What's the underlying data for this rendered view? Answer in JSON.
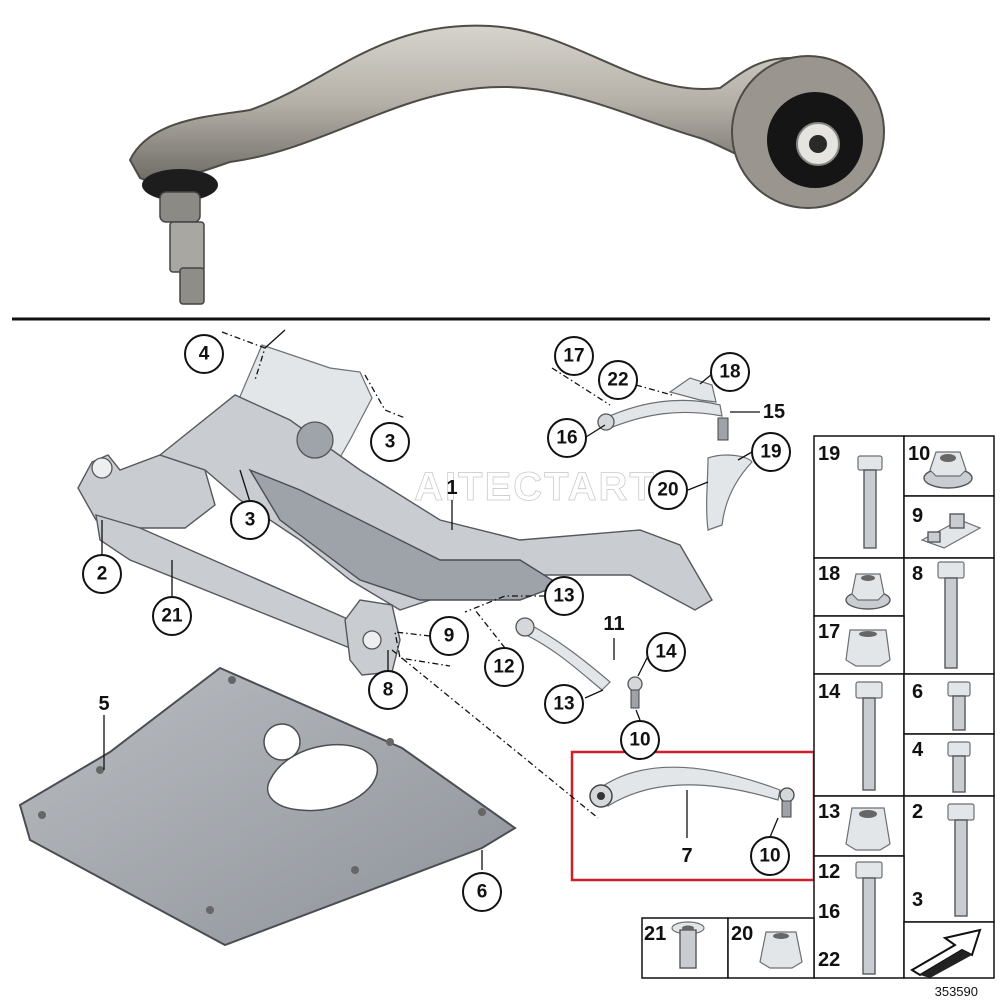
{
  "callouts": {
    "c4": "4",
    "c3a": "3",
    "c3b": "3",
    "c17": "17",
    "c22": "22",
    "c18": "18",
    "c15": "15",
    "c16": "16",
    "c19": "19",
    "c20": "20",
    "c1": "1",
    "c2": "2",
    "c21": "21",
    "c13a": "13",
    "c11": "11",
    "c14": "14",
    "c9": "9",
    "c12": "12",
    "c8": "8",
    "c13b": "13",
    "c10a": "10",
    "c5": "5",
    "c7": "7",
    "c10b": "10",
    "c6": "6"
  },
  "watermark": "AITECTART",
  "parts_grid": {
    "cells": [
      {
        "label": "19",
        "icon": "long-bolt-icon"
      },
      {
        "label": "10",
        "icon": "flange-nut-icon"
      },
      {
        "label": "9",
        "icon": "clip-nut-icon"
      },
      {
        "label": "18",
        "icon": "flange-nut-icon"
      },
      {
        "label": "8",
        "icon": "hex-bolt-icon"
      },
      {
        "label": "17",
        "icon": "hex-nut-icon"
      },
      {
        "label": "14",
        "icon": "hex-bolt-icon"
      },
      {
        "label": "6",
        "icon": "short-bolt-icon"
      },
      {
        "label": "4",
        "icon": "short-bolt-icon"
      },
      {
        "label": "13",
        "icon": "hex-nut-icon"
      },
      {
        "label": "2",
        "icon": "hex-bolt-icon"
      },
      {
        "label": "3",
        "icon": "hex-bolt-icon"
      },
      {
        "label": "12",
        "icon": "long-bolt-icon"
      },
      {
        "label": "16",
        "icon": "long-bolt-icon"
      },
      {
        "label": "22",
        "icon": "long-bolt-icon"
      },
      {
        "label": "21",
        "icon": "sleeve-icon"
      },
      {
        "label": "20",
        "icon": "hex-nut-icon"
      }
    ]
  },
  "catalog_number": "353590"
}
